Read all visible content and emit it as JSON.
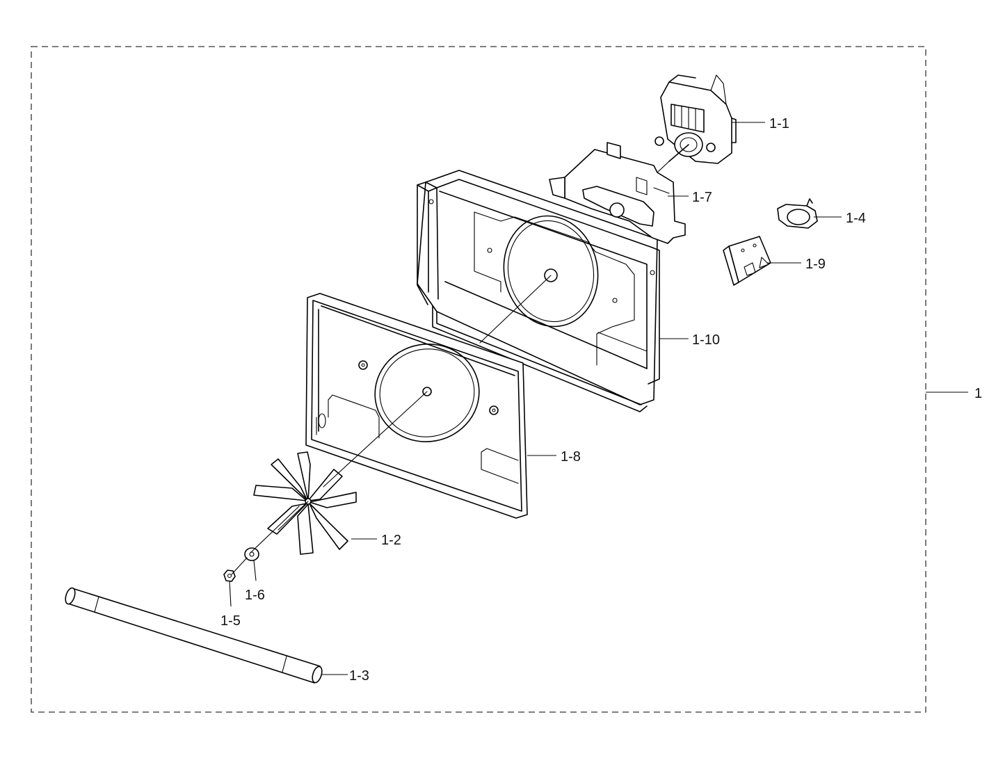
{
  "callouts": {
    "assembly": "1",
    "motor": "1-1",
    "fan_blade": "1-2",
    "heater": "1-3",
    "thermostat": "1-4",
    "nut": "1-5",
    "washer": "1-6",
    "motor_bracket": "1-7",
    "front_cover": "1-8",
    "bracket_clip": "1-9",
    "rear_housing": "1-10"
  }
}
